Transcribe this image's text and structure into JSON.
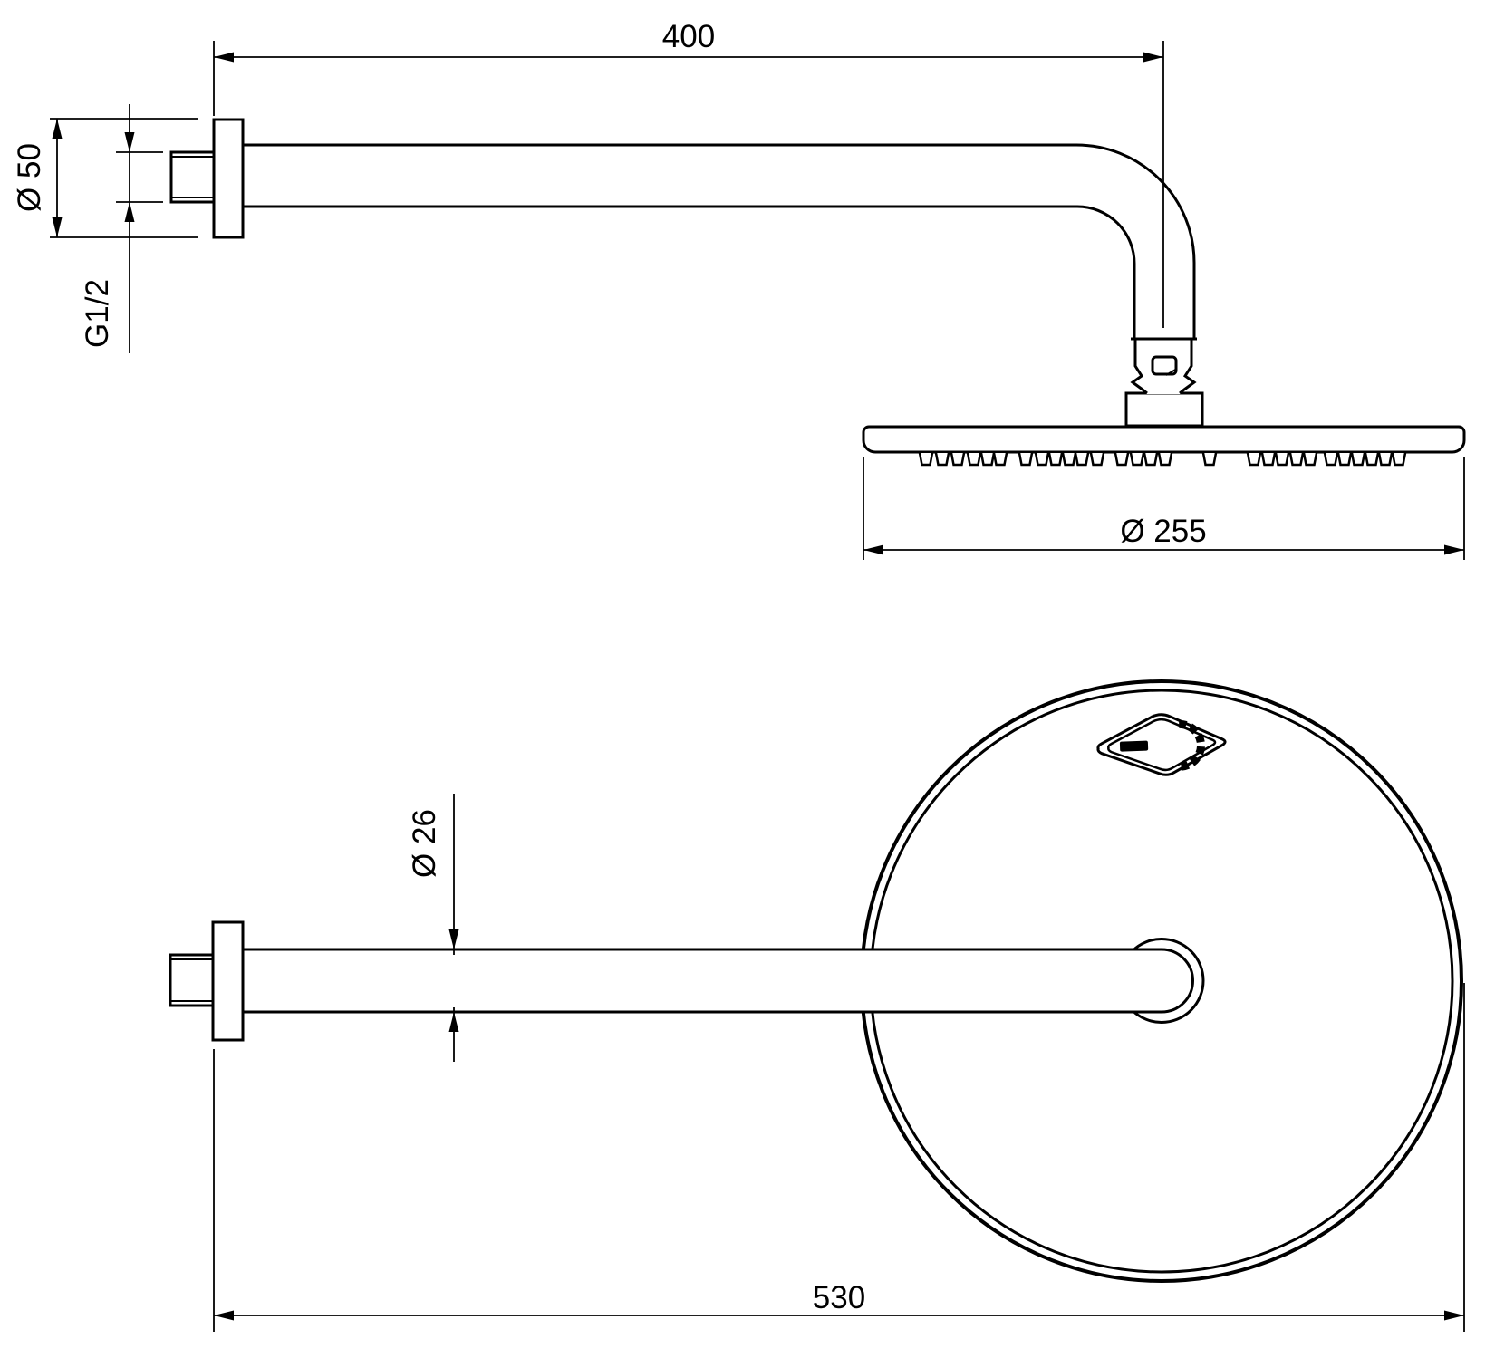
{
  "drawing": {
    "type": "technical-drawing",
    "subject": "overhead shower head with wall-mounted shower arm, side view and top view",
    "colors": {
      "background": "#ffffff",
      "line": "#000000"
    },
    "dimensions": {
      "arm_length": "400",
      "flange_diameter": "Ø 50",
      "thread_size": "G1/2",
      "head_diameter": "Ø 255",
      "arm_diameter": "Ø 26",
      "total_projection": "530"
    }
  }
}
